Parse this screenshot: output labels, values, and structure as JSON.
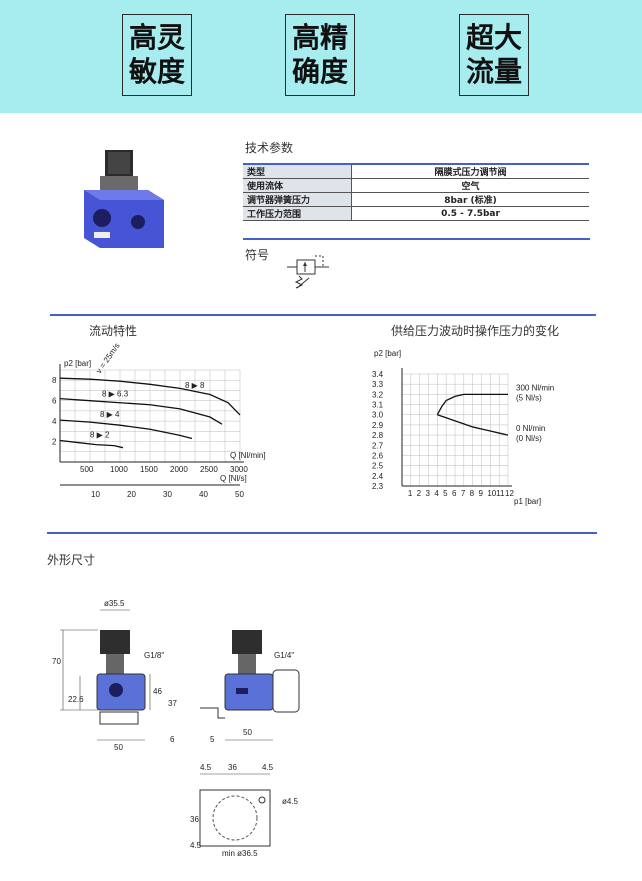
{
  "banner": {
    "features": [
      {
        "line1": "高灵",
        "line2": "敏度"
      },
      {
        "line1": "高精",
        "line2": "确度"
      },
      {
        "line1": "超大",
        "line2": "流量"
      }
    ]
  },
  "spec": {
    "title": "技术参数",
    "rows": [
      {
        "key": "类型",
        "value": "隔膜式压力调节阀"
      },
      {
        "key": "使用流体",
        "value": "空气"
      },
      {
        "key": "调节器弹簧压力",
        "value": "8bar (标准)"
      },
      {
        "key": "工作压力范围",
        "value": "0.5 - 7.5bar"
      }
    ],
    "symbol_title": "符号"
  },
  "flow_chart": {
    "title": "流动特性",
    "ylabel": "p2 [bar]",
    "velocity_label": "v = 25m/s",
    "xlabel_top": "Q [Nl/min]",
    "xlabel_bottom": "Q [Nl/s]",
    "curve_labels": [
      "8 ▶ 8",
      "8 ▶ 6.3",
      "8 ▶ 4",
      "8 ▶ 2"
    ]
  },
  "supply_chart": {
    "title": "供给压力波动时操作压力的变化",
    "ylabel": "p2 [bar]",
    "xlabel": "p1 [bar]",
    "label_high": [
      "300 Nl/min",
      "(5 Nl/s)"
    ],
    "label_low": [
      "0 Nl/min",
      "(0 Nl/s)"
    ]
  },
  "chart_data": [
    {
      "type": "line",
      "title": "流动特性",
      "ylabel": "p2 [bar]",
      "xlabel": "Q [Nl/min]",
      "x_ticks": [
        "500",
        "1000",
        "1500",
        "2000",
        "2500",
        "3000"
      ],
      "y_ticks": [
        "2",
        "4",
        "6",
        "8"
      ],
      "x2_ticks": [
        "10",
        "20",
        "30",
        "40",
        "50"
      ],
      "xlim": [
        0,
        3000
      ],
      "ylim": [
        0,
        9
      ],
      "series": [
        {
          "name": "8 ▶ 8",
          "x": [
            0,
            500,
            1000,
            1500,
            2000,
            2500,
            2800,
            3000
          ],
          "y": [
            8.2,
            8.1,
            7.9,
            7.6,
            7.2,
            6.6,
            5.8,
            4.6
          ]
        },
        {
          "name": "8 ▶ 6.3",
          "x": [
            0,
            500,
            1000,
            1500,
            2000,
            2500,
            2700
          ],
          "y": [
            6.2,
            6.0,
            5.8,
            5.6,
            5.2,
            4.4,
            3.7
          ]
        },
        {
          "name": "8 ▶ 4",
          "x": [
            0,
            500,
            1000,
            1500,
            2000,
            2200
          ],
          "y": [
            4.1,
            3.9,
            3.6,
            3.2,
            2.6,
            2.3
          ]
        },
        {
          "name": "8 ▶ 2",
          "x": [
            0,
            300,
            600,
            900,
            1050
          ],
          "y": [
            2.1,
            1.9,
            1.7,
            1.6,
            1.4
          ]
        }
      ]
    },
    {
      "type": "line",
      "title": "供给压力波动时操作压力的变化",
      "ylabel": "p2 [bar]",
      "xlabel": "p1 [bar]",
      "x_ticks": [
        "1",
        "2",
        "3",
        "4",
        "5",
        "6",
        "7",
        "8",
        "9",
        "10",
        "11",
        "12"
      ],
      "y_ticks": [
        "2.3",
        "2.4",
        "2.5",
        "2.6",
        "2.7",
        "2.8",
        "2.9",
        "3.0",
        "3.1",
        "3.2",
        "3.3",
        "3.4"
      ],
      "xlim": [
        0,
        12
      ],
      "ylim": [
        2.3,
        3.4
      ],
      "series": [
        {
          "name": "300 Nl/min (5 Nl/s)",
          "x": [
            4,
            4.5,
            5,
            6,
            7,
            8,
            9,
            10,
            11,
            12
          ],
          "y": [
            3.0,
            3.08,
            3.14,
            3.18,
            3.2,
            3.2,
            3.2,
            3.2,
            3.2,
            3.2
          ]
        },
        {
          "name": "0 Nl/min (0 Nl/s)",
          "x": [
            4,
            5,
            6,
            7,
            8,
            9,
            10,
            11,
            12
          ],
          "y": [
            3.0,
            2.97,
            2.94,
            2.91,
            2.88,
            2.86,
            2.84,
            2.82,
            2.8
          ]
        }
      ]
    }
  ],
  "dimensions": {
    "title": "外形尺寸",
    "labels": {
      "d35": "ø35.5",
      "h70": "70",
      "h22": "22.6",
      "w50a": "50",
      "h46": "46",
      "g18": "G1/8\"",
      "g14": "G1/4\"",
      "h37": "37",
      "d6": "6",
      "d5": "5",
      "w50b": "50",
      "t45a": "4.5",
      "t36": "36",
      "t45b": "4.5",
      "s36": "36",
      "s45": "4.5",
      "hole": "ø4.5",
      "min": "min ø36.5"
    }
  }
}
